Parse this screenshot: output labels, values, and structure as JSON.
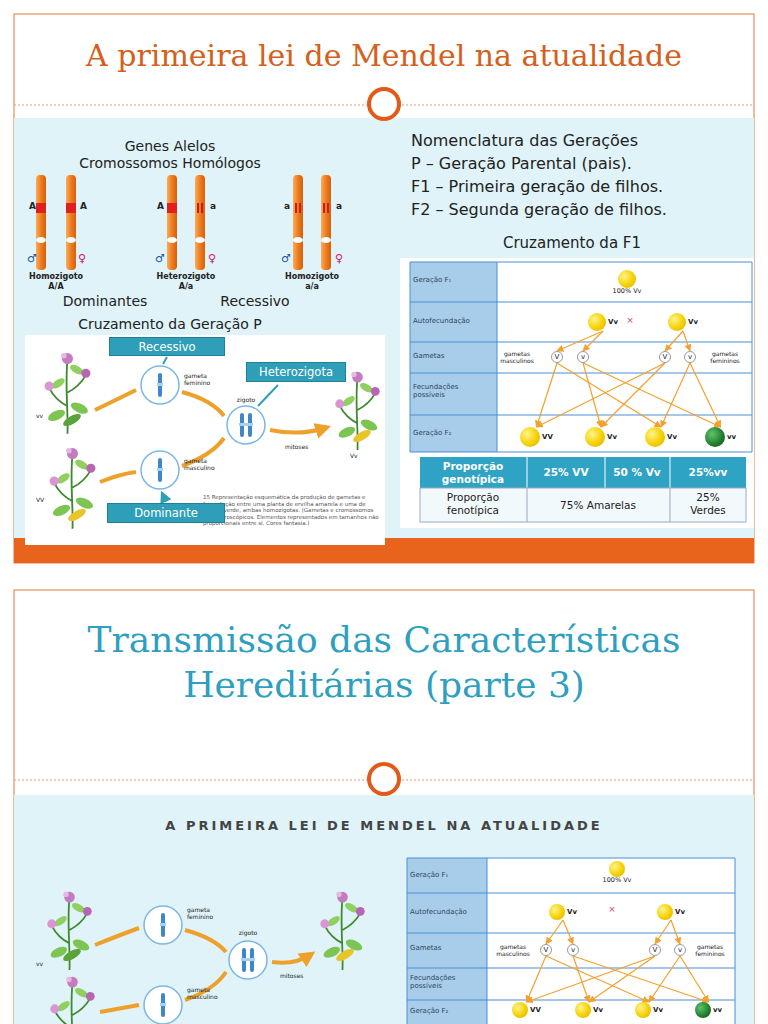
{
  "diagram": {
    "title": "A primeira lei de Mendel na atualidade",
    "nodes": [
      {
        "text": [
          "Recessivo"
        ]
      },
      {
        "text": [
          "Heterozigota"
        ]
      },
      {
        "text": [
          "Dominante"
        ]
      },
      {
        "text": [
          "100% Vv"
        ]
      },
      {
        "text": [
          "Vv"
        ]
      },
      {
        "text": [
          "Vv"
        ]
      },
      {
        "text": [
          "V"
        ]
      },
      {
        "text": [
          "v"
        ]
      },
      {
        "text": [
          "V"
        ]
      },
      {
        "text": [
          "v"
        ]
      },
      {
        "text": [
          "VV"
        ]
      },
      {
        "text": [
          "Vv"
        ]
      },
      {
        "text": [
          "Vv"
        ]
      },
      {
        "text": [
          "vv"
        ]
      },
      {
        "text": [
          "100% Vv"
        ]
      },
      {
        "text": [
          "Vv"
        ]
      },
      {
        "text": [
          "Vv"
        ]
      },
      {
        "text": [
          "V"
        ]
      },
      {
        "text": [
          "v"
        ]
      },
      {
        "text": [
          "V"
        ]
      },
      {
        "text": [
          "v"
        ]
      },
      {
        "text": [
          "VV"
        ]
      },
      {
        "text": [
          "Vv"
        ]
      },
      {
        "text": [
          "Vv"
        ]
      },
      {
        "text": [
          "vv"
        ]
      }
    ],
    "edges": [
      {
        "from": 4,
        "to": 6,
        "arrow": "to"
      },
      {
        "from": 4,
        "to": 7,
        "arrow": "to"
      },
      {
        "from": 5,
        "to": 8,
        "arrow": "to"
      },
      {
        "from": 5,
        "to": 9,
        "arrow": "to"
      },
      {
        "from": 6,
        "to": 10,
        "arrow": "to"
      },
      {
        "from": 6,
        "to": 12,
        "arrow": "to"
      },
      {
        "from": 7,
        "to": 11,
        "arrow": "to"
      },
      {
        "from": 7,
        "to": 13,
        "arrow": "to"
      },
      {
        "from": 8,
        "to": 10,
        "arrow": "to"
      },
      {
        "from": 8,
        "to": 11,
        "arrow": "to"
      },
      {
        "from": 9,
        "to": 12,
        "arrow": "to"
      },
      {
        "from": 9,
        "to": 13,
        "arrow": "to"
      },
      {
        "from": 15,
        "to": 17,
        "arrow": "to"
      },
      {
        "from": 15,
        "to": 18,
        "arrow": "to"
      },
      {
        "from": 16,
        "to": 19,
        "arrow": "to"
      },
      {
        "from": 16,
        "to": 20,
        "arrow": "to"
      },
      {
        "from": 17,
        "to": 21,
        "arrow": "to"
      },
      {
        "from": 17,
        "to": 23,
        "arrow": "to"
      },
      {
        "from": 18,
        "to": 22,
        "arrow": "to"
      },
      {
        "from": 18,
        "to": 24,
        "arrow": "to"
      },
      {
        "from": 19,
        "to": 21,
        "arrow": "to"
      },
      {
        "from": 19,
        "to": 22,
        "arrow": "to"
      },
      {
        "from": 20,
        "to": 23,
        "arrow": "to"
      },
      {
        "from": 20,
        "to": 24,
        "arrow": "to"
      }
    ],
    "labels": [
      "Genes Alelos",
      "Cromossomos Homólogos",
      "A",
      "A",
      "A",
      "a",
      "a",
      "a",
      "♂",
      "♀",
      "♂",
      "♀",
      "♂",
      "♀",
      "Homozigoto A/A",
      "Heterozigoto A/a",
      "Homozigoto a/a",
      "Dominantes",
      "Recessivo",
      "Cruzamento da Geração P",
      "Nomenclatura das Gerações",
      "P – Geração Parental (pais).",
      "F1 – Primeira geração de filhos.",
      "F2 – Segunda geração de filhos.",
      "Cruzamento da F1",
      "vv",
      "VV",
      "gameta feminino",
      "gameta masculino",
      "zigoto",
      "mitoses",
      "Vv",
      "15 Representação esquemática da produção de gametas e fecundação entre uma planta de ervilha amarela e uma de ervilha verde, ambas homozigotas. (Gametas e cromossomos são microscópicos. Elementos representados em tamanhos não proporcionais entre si. Cores fantasia.)",
      "Geração F₁",
      "Autofecundação",
      "Gametas",
      "Fecundações possíveis",
      "Geração F₂",
      "×",
      "gametas masculinos",
      "gametas femininos",
      "Proporção genotípica",
      "25% VV",
      "50 % Vv",
      "25%vv",
      "Proporção fenotípica",
      "75% Amarelas",
      "25% Verdes",
      "Transmissão das Características Hereditárias (parte 3)",
      "A PRIMEIRA LEI DE MENDEL NA ATUALIDADE",
      "vv",
      "gameta feminino",
      "gameta masculino",
      "zigoto",
      "mitoses",
      "Geração F₁",
      "Autofecundação",
      "Gametas",
      "Fecundações possíveis",
      "Geração F₂",
      "×",
      "gametas masculinos",
      "gametas femininos"
    ]
  }
}
